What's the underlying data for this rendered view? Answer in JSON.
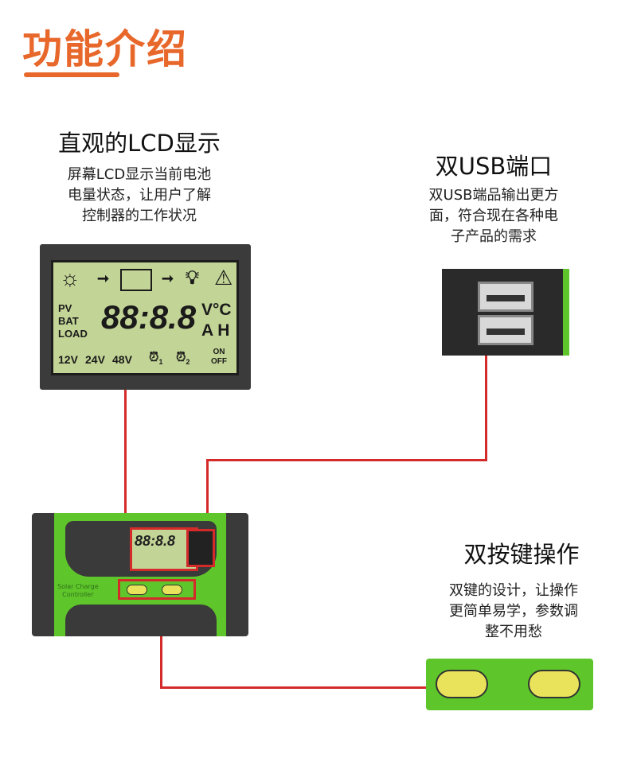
{
  "header": {
    "title": "功能介绍"
  },
  "lcd_section": {
    "heading": "直观的LCD显示",
    "desc": [
      "屏幕LCD显示当前电池",
      "电量状态，让用户了解",
      "控制器的工作状况"
    ],
    "display": {
      "labels": [
        "PV",
        "BAT",
        "LOAD"
      ],
      "digits": "88:8.8",
      "units_top": "V°C",
      "units_bottom": "A H",
      "voltages": [
        "12V",
        "24V",
        "48V"
      ],
      "timer1": "1",
      "timer2": "2",
      "onoff": [
        "ON",
        "OFF"
      ]
    }
  },
  "usb_section": {
    "heading": "双USB端口",
    "desc": [
      "双USB端品输出更方",
      "面，符合现在各种电",
      "子产品的需求"
    ]
  },
  "button_section": {
    "heading": "双按键操作",
    "desc": [
      "双键的设计，让操作",
      "更简单易学，参数调",
      "整不用愁"
    ]
  },
  "controller": {
    "label": [
      "Solar Charge",
      "Controller"
    ]
  },
  "colors": {
    "accent": "#e8672a",
    "callout": "#d42a2a",
    "product_green": "#5ec62a"
  }
}
